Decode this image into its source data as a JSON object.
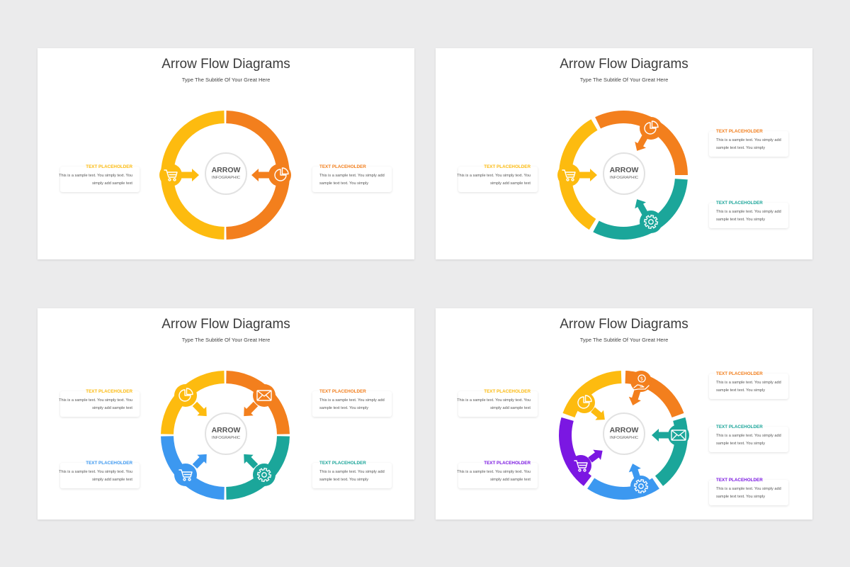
{
  "colors": {
    "yellow": "#fdbb0f",
    "orange": "#f37f1d",
    "teal": "#1ba69a",
    "blue": "#3c98f0",
    "purple": "#7b17e2"
  },
  "slides": [
    {
      "title": "Arrow Flow Diagrams",
      "subtitle": "Type The Subtitle Of Your Great Here",
      "center": {
        "main": "ARROW",
        "sub": "INFOGRAPHIC"
      },
      "cards": [
        {
          "title": "TEXT PLACEHOLDER",
          "text": "This is a sample text. You simply text. You simply add sample text",
          "color": "#fdbb0f"
        },
        {
          "title": "TEXT PLACEHOLDER",
          "text": "This is a sample text. You simply add sample text text. You simply",
          "color": "#f37f1d"
        }
      ],
      "icons": [
        "cart-icon",
        "pie-chart-icon"
      ]
    },
    {
      "title": "Arrow Flow Diagrams",
      "subtitle": "Type The Subtitle Of Your Great Here",
      "center": {
        "main": "ARROW",
        "sub": "INFOGRAPHIC"
      },
      "cards": [
        {
          "title": "TEXT PLACEHOLDER",
          "text": "This is a sample text. You simply text. You simply add sample text",
          "color": "#fdbb0f"
        },
        {
          "title": "TEXT PLACEHOLDER",
          "text": "This is a sample text. You simply add sample text text. You simply",
          "color": "#f37f1d"
        },
        {
          "title": "TEXT PLACEHOLDER",
          "text": "This is a sample text. You simply add sample text text. You simply",
          "color": "#1ba69a"
        }
      ],
      "icons": [
        "cart-icon",
        "pie-chart-icon",
        "gear-icon"
      ]
    },
    {
      "title": "Arrow Flow Diagrams",
      "subtitle": "Type The Subtitle Of Your Great Here",
      "center": {
        "main": "ARROW",
        "sub": "INFOGRAPHIC"
      },
      "cards": [
        {
          "title": "TEXT PLACEHOLDER",
          "text": "This is a sample text. You simply text. You simply add sample text",
          "color": "#fdbb0f"
        },
        {
          "title": "TEXT PLACEHOLDER",
          "text": "This is a sample text. You simply add sample text text. You simply",
          "color": "#f37f1d"
        },
        {
          "title": "TEXT PLACEHOLDER",
          "text": "This is a sample text. You simply text. You simply add sample text",
          "color": "#3c98f0"
        },
        {
          "title": "TEXT PLACEHOLDER",
          "text": "This is a sample text. You simply add sample text text. You simply",
          "color": "#1ba69a"
        }
      ],
      "icons": [
        "pie-chart-icon",
        "mail-icon",
        "cart-icon",
        "gear-icon"
      ]
    },
    {
      "title": "Arrow Flow Diagrams",
      "subtitle": "Type The Subtitle Of Your Great Here",
      "center": {
        "main": "ARROW",
        "sub": "INFOGRAPHIC"
      },
      "cards": [
        {
          "title": "TEXT PLACEHOLDER",
          "text": "This is a sample text. You simply text. You simply add sample text",
          "color": "#fdbb0f"
        },
        {
          "title": "TEXT PLACEHOLDER",
          "text": "This is a sample text. You simply add sample text text. You simply",
          "color": "#f37f1d"
        },
        {
          "title": "TEXT PLACEHOLDER",
          "text": "This is a sample text. You simply add sample text text. You simply",
          "color": "#1ba69a"
        },
        {
          "title": "TEXT PLACEHOLDER",
          "text": "This is a sample text. You simply text. You simply add sample text",
          "color": "#7b17e2"
        },
        {
          "title": "TEXT PLACEHOLDER",
          "text": "This is a sample text. You simply add sample text text. You simply",
          "color": "#7b17e2"
        }
      ],
      "icons": [
        "pie-chart-icon",
        "money-hand-icon",
        "mail-icon",
        "gear-icon",
        "cart-icon"
      ]
    }
  ]
}
